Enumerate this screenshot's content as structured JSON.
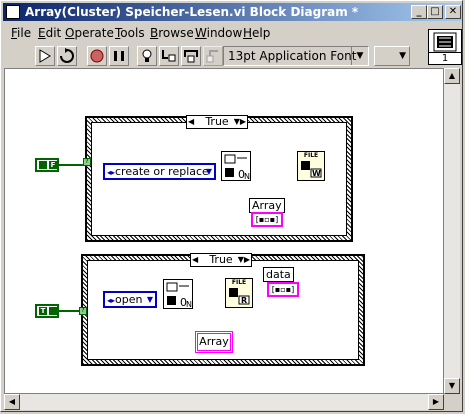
{
  "window": {
    "title": "Array(Cluster) Speicher-Lesen.vi Block Diagram *",
    "buttons": {
      "minimize": "_",
      "maximize": "□",
      "close": "✕"
    }
  },
  "menu": [
    "File",
    "Edit",
    "Operate",
    "Tools",
    "Browse",
    "Window",
    "Help"
  ],
  "toolbar": {
    "icons": [
      "run-arrow-icon",
      "run-continuously-icon",
      "abort-icon",
      "pause-icon",
      "highlight-execution-icon",
      "step-into-icon",
      "step-over-icon",
      "step-out-icon"
    ],
    "font_select": "13pt Application Font",
    "context_help_number": "1"
  },
  "diagram": {
    "case1": {
      "selector": "True",
      "bool_const": "F",
      "enum_value": "create or replace",
      "array_label": "Array"
    },
    "case2": {
      "selector": "True",
      "bool_const": "T",
      "enum_value": "open",
      "data_label": "data",
      "array_const": "Array"
    },
    "tunnel_mark": "?",
    "file_text": "FILE",
    "node_n": "N",
    "node_w": "W",
    "node_r": "R"
  }
}
